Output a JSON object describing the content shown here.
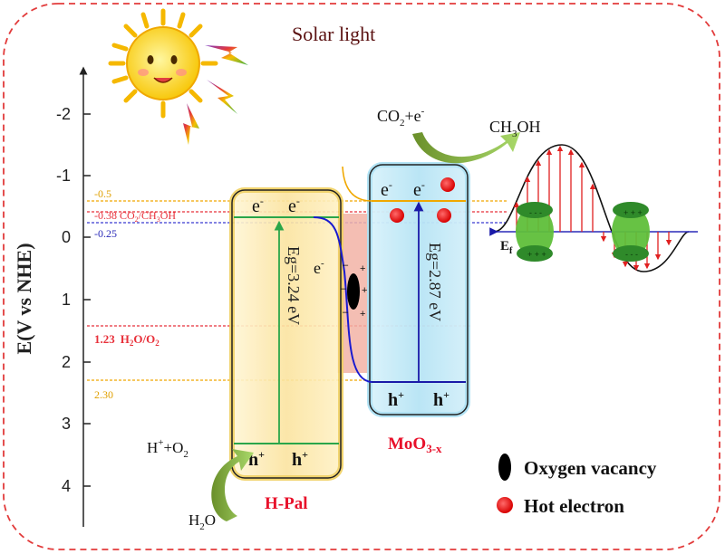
{
  "title": "Solar light",
  "axis": {
    "label": "E(V vs NHE)",
    "ticks": [
      "-2",
      "-1",
      "0",
      "1",
      "2",
      "3",
      "4"
    ]
  },
  "levels": {
    "cb_hpal": "-0.5",
    "co2_redox": "-0.38 CO",
    "co2_sub2": "2",
    "co2_slash": "/CH",
    "co2_sub3": "3",
    "co2_oh": "OH",
    "cb_moo3": "-0.25",
    "water_value": "1.23",
    "water_h2o": "H",
    "water_sub2": "2",
    "water_o": "O/O",
    "water_sub2b": "2",
    "vb_hpal": "2.30"
  },
  "hpal": {
    "name": "H-Pal",
    "bandgap": "Eg=3.24 eV",
    "electron1": "e",
    "electron2": "e",
    "hole1": "h",
    "hole2": "h",
    "minus": "-",
    "plus": "+"
  },
  "moo3": {
    "name_main": "MoO",
    "name_sub": "3-x",
    "bandgap": "Eg=2.87 eV",
    "electron1": "e",
    "electron2": "e",
    "hole1": "h",
    "hole2": "h"
  },
  "interface": {
    "electron": "e"
  },
  "reactions": {
    "co2_left": "CO",
    "co2_sub": "2",
    "co2_right": "+e",
    "co2_sup": "-",
    "ch3oh_left": "CH",
    "ch3oh_sub": "3",
    "ch3oh_right": "OH",
    "ox_left": "H",
    "ox_sup": "+",
    "ox_mid": "+O",
    "ox_sub": "2",
    "h2o_left": "H",
    "h2o_sub": "2",
    "h2o_right": "O"
  },
  "fermi": {
    "label": "E",
    "sub": "f"
  },
  "legend": {
    "vacancy": "Oxygen vacancy",
    "hot_electron": "Hot electron"
  },
  "colors": {
    "border": "#e23b3b",
    "axis": "#222222",
    "orange_level": "#f0a800",
    "red_level": "#e8303a",
    "blue_level": "#3a3ad0",
    "hpal_fill": "#fbe6a6",
    "moo3_fill": "#bfe7f7",
    "green": "#2aa64a",
    "title": "#5a1010"
  }
}
